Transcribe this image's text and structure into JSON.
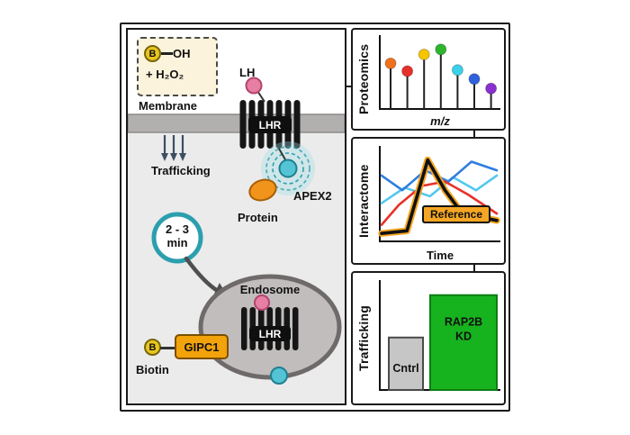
{
  "cell_panel": {
    "reagent_box": {
      "b": "B",
      "oh": "OH",
      "h2o2": "+ H₂O₂"
    },
    "membrane_label": "Membrane",
    "lh_label": "LH",
    "lhr_label": "LHR",
    "trafficking_label": "Trafficking",
    "apex2_label": "APEX2",
    "protein_label": "Protein",
    "timer": {
      "line1": "2 - 3",
      "line2": "min"
    },
    "endosome_label": "Endosome",
    "endosome_lhr_label": "LHR",
    "gipc1_label": "GIPC1",
    "biotin_b": "B",
    "biotin_label": "Biotin"
  },
  "colors": {
    "teal": "#2c9fae",
    "teal_ball": "#54c3d4",
    "pink": "#e77fa4",
    "orange": "#f5a623",
    "biotin_yellow": "#e9c61f",
    "green_bar": "#17b31f",
    "gray_bar": "#c6c6c6"
  },
  "chart_data": [
    {
      "type": "lollipop-spectrum",
      "panel_label": "Proteomics",
      "xlabel": "m/z",
      "peaks": [
        {
          "color": "#f0711c",
          "rel_height": 0.72
        },
        {
          "color": "#e8302a",
          "rel_height": 0.58
        },
        {
          "color": "#f6c500",
          "rel_height": 0.88
        },
        {
          "color": "#2db52d",
          "rel_height": 0.97
        },
        {
          "color": "#38d2ea",
          "rel_height": 0.6
        },
        {
          "color": "#2f62de",
          "rel_height": 0.44
        },
        {
          "color": "#8a2fd0",
          "rel_height": 0.27
        }
      ]
    },
    {
      "type": "line",
      "panel_label": "Interactome",
      "xlabel": "Time",
      "reference_label": "Reference",
      "series": [
        {
          "name": "profile-cyan",
          "color": "#52c8ee",
          "width": 2.6,
          "points": [
            [
              0,
              0.6
            ],
            [
              0.2,
              0.42
            ],
            [
              0.42,
              0.52
            ],
            [
              0.62,
              0.3
            ],
            [
              0.82,
              0.45
            ],
            [
              1,
              0.28
            ]
          ]
        },
        {
          "name": "profile-blue",
          "color": "#2f7de0",
          "width": 2.6,
          "points": [
            [
              0,
              0.28
            ],
            [
              0.18,
              0.45
            ],
            [
              0.38,
              0.22
            ],
            [
              0.58,
              0.35
            ],
            [
              0.78,
              0.12
            ],
            [
              1,
              0.22
            ]
          ]
        },
        {
          "name": "profile-red",
          "color": "#e8302a",
          "width": 2.6,
          "points": [
            [
              0,
              0.85
            ],
            [
              0.15,
              0.62
            ],
            [
              0.35,
              0.4
            ],
            [
              0.55,
              0.35
            ],
            [
              0.75,
              0.5
            ],
            [
              1,
              0.72
            ]
          ]
        },
        {
          "name": "reference",
          "color": "#111111",
          "halo": "#f5a623",
          "width": 3.6,
          "points": [
            [
              0,
              0.95
            ],
            [
              0.22,
              0.92
            ],
            [
              0.4,
              0.1
            ],
            [
              0.55,
              0.45
            ],
            [
              0.7,
              0.72
            ],
            [
              1,
              0.8
            ]
          ]
        }
      ]
    },
    {
      "type": "bar",
      "panel_label": "Trafficking",
      "bars": [
        {
          "label_lines": [
            "Cntrl"
          ],
          "rel_height": 0.52,
          "fill": "#c6c6c6",
          "stroke": "#4a4a4a",
          "label_pos": "bottom"
        },
        {
          "label_lines": [
            "RAP2B",
            "KD"
          ],
          "rel_height": 0.94,
          "fill": "#17b31f",
          "stroke": "#0c7d13",
          "label_pos": "top"
        }
      ]
    }
  ]
}
